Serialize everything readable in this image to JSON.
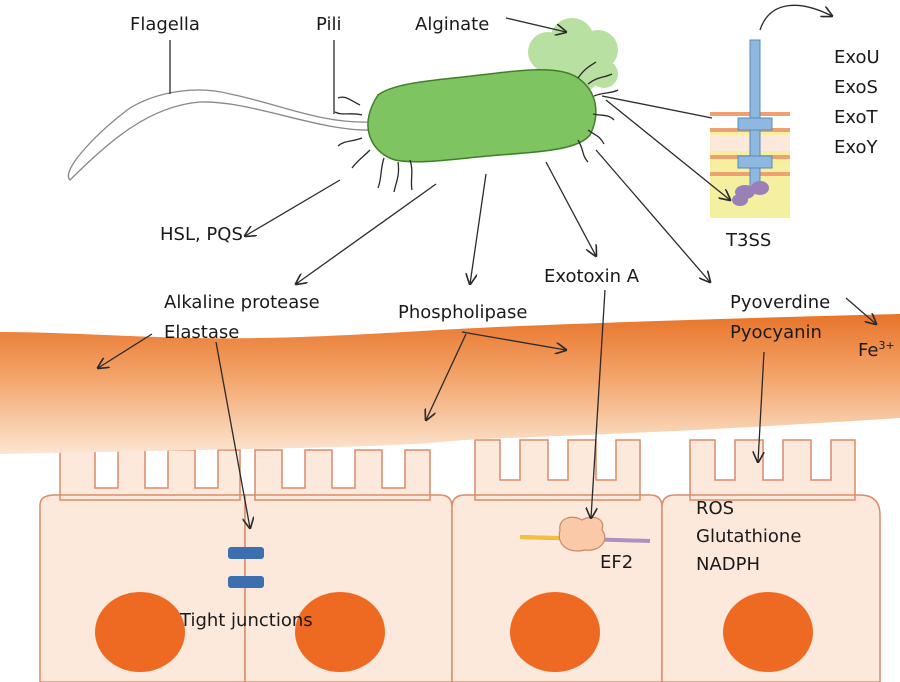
{
  "labels": {
    "flagella": "Flagella",
    "pili": "Pili",
    "alginate": "Alginate",
    "exo_u": "ExoU",
    "exo_s": "ExoS",
    "exo_t": "ExoT",
    "exo_y": "ExoY",
    "hsl_pqs": "HSL, PQS",
    "t3ss": "T3SS",
    "exotoxin_a": "Exotoxin A",
    "alkaline_protease": "Alkaline protease",
    "elastase": "Elastase",
    "phospholipase": "Phospholipase",
    "pyoverdine": "Pyoverdine",
    "pyocyanin": "Pyocyanin",
    "fe": "Fe",
    "fe_charge": "3+",
    "ros": "ROS",
    "glutathione": "Glutathione",
    "nadph": "NADPH",
    "ef2": "EF2",
    "tight_junctions": "Tight junctions"
  },
  "colors": {
    "bacterium": "#7ec460",
    "bacterium_outline": "#3f7f2b",
    "alginate": "#b8e0a0",
    "mucus_dark": "#e8742a",
    "mucus_light": "#fbe3cc",
    "cell_fill": "#fde8dc",
    "cell_outline": "#d98c6a",
    "nucleus": "#ee6a22",
    "t3ss": "#8fb8e0",
    "tight_junction": "#3c6fb0",
    "membrane": "#f0a070",
    "cytoplasm": "#f5f0a0"
  },
  "icons": {
    "bacterium": "rod-bacterium-icon",
    "t3ss": "needle-complex-icon",
    "ef2": "ribosome-protein-icon"
  }
}
